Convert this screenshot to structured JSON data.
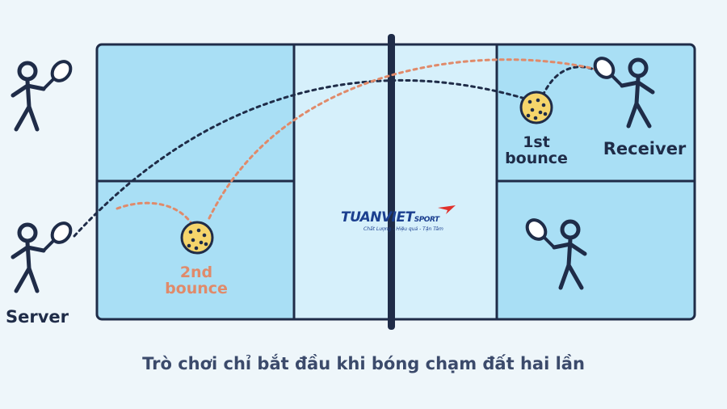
{
  "labels": {
    "server": "Server",
    "receiver": "Receiver",
    "first_bounce_line1": "1st",
    "first_bounce_line2": "bounce",
    "second_bounce_line1": "2nd",
    "second_bounce_line2": "bounce"
  },
  "caption": "Trò chơi chỉ bắt đầu khi bóng chạm đất hai lần",
  "logo": {
    "brand": "TUANVIET",
    "sport": "SPORT",
    "tagline": "Chất Lượng - Hiệu quả - Tận Tâm"
  },
  "colors": {
    "court_fill": "#a9dff5",
    "kitchen_fill": "#d6f0fb",
    "court_line": "#1f2c48",
    "dark_path": "#1f2c48",
    "orange_path": "#e08a6a",
    "ball_fill": "#f5d56b",
    "second_bounce_text": "#e08a6a",
    "brand_red": "#e0312b",
    "brand_blue": "#1b3f8f"
  },
  "icons": [
    "player-icon",
    "paddle-icon",
    "ball-icon",
    "logo-mark-icon"
  ]
}
